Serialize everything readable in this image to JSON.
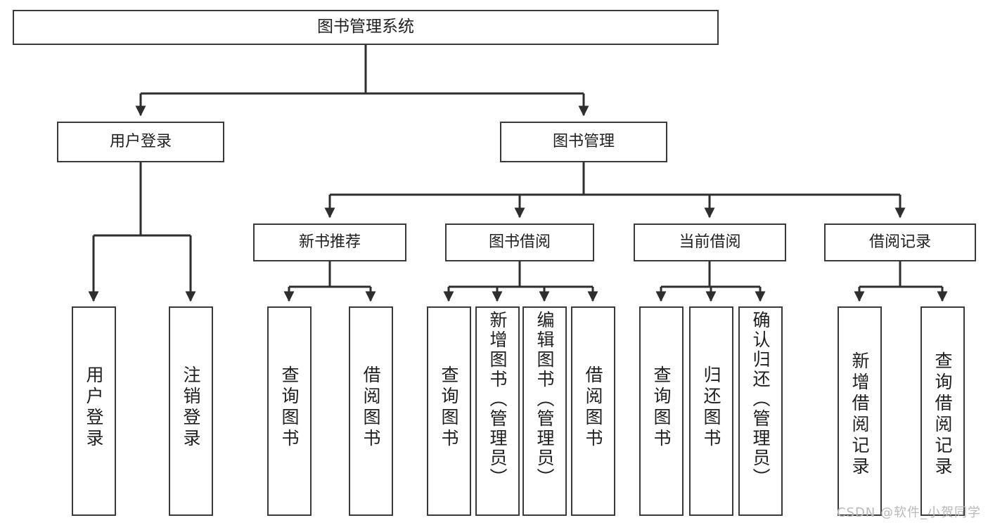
{
  "diagram": {
    "title": "图书管理系统",
    "type": "hierarchy-tree",
    "root": {
      "id": "root",
      "label": "图书管理系统"
    },
    "level2": [
      {
        "id": "user-login",
        "label": "用户登录"
      },
      {
        "id": "book-manage",
        "label": "图书管理"
      }
    ],
    "level3": [
      {
        "id": "new-book-rec",
        "label": "新书推荐",
        "parent": "book-manage"
      },
      {
        "id": "book-borrow",
        "label": "图书借阅",
        "parent": "book-manage"
      },
      {
        "id": "current-borrow",
        "label": "当前借阅",
        "parent": "book-manage"
      },
      {
        "id": "borrow-record",
        "label": "借阅记录",
        "parent": "book-manage"
      }
    ],
    "leaves": [
      {
        "id": "leaf-user-login",
        "label": "用户登录",
        "parent": "user-login"
      },
      {
        "id": "leaf-user-logout",
        "label": "注销登录",
        "parent": "user-login"
      },
      {
        "id": "leaf-query-book-1",
        "label": "查询图书",
        "parent": "new-book-rec"
      },
      {
        "id": "leaf-borrow-book-1",
        "label": "借阅图书",
        "parent": "new-book-rec"
      },
      {
        "id": "leaf-query-book-2",
        "label": "查询图书",
        "parent": "book-borrow"
      },
      {
        "id": "leaf-add-book",
        "label": "新增图书（管理员）",
        "parent": "book-borrow"
      },
      {
        "id": "leaf-edit-book",
        "label": "编辑图书（管理员）",
        "parent": "book-borrow"
      },
      {
        "id": "leaf-borrow-book-2",
        "label": "借阅图书",
        "parent": "book-borrow"
      },
      {
        "id": "leaf-query-book-3",
        "label": "查询图书",
        "parent": "current-borrow"
      },
      {
        "id": "leaf-return-book",
        "label": "归还图书",
        "parent": "current-borrow"
      },
      {
        "id": "leaf-confirm-return",
        "label": "确认归还（管理员）",
        "parent": "current-borrow"
      },
      {
        "id": "leaf-add-record",
        "label": "新增借阅记录",
        "parent": "borrow-record"
      },
      {
        "id": "leaf-query-record",
        "label": "查询借阅记录",
        "parent": "borrow-record"
      }
    ],
    "watermark": "CSDN @软件_小贺同学",
    "colors": {
      "box_border": "#3a3a3a",
      "box_fill": "#ffffff",
      "connector": "#2e2e2e",
      "text": "#1f1f1f",
      "watermark": "#b9b9b9",
      "background": "#ffffff"
    }
  }
}
